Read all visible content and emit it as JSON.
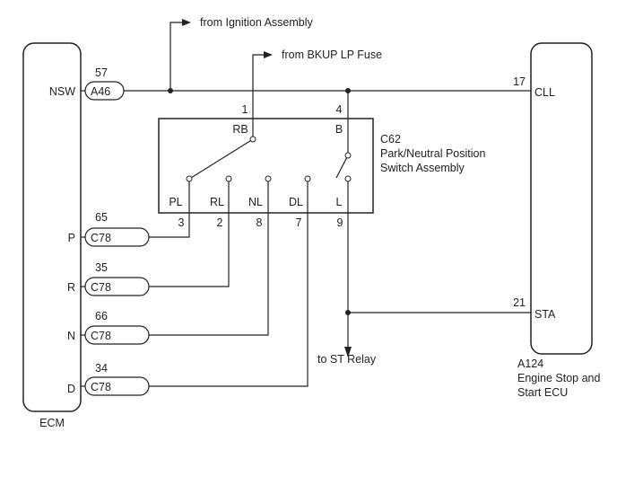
{
  "ecm": {
    "label": "ECM",
    "pins": {
      "nsw": {
        "name": "NSW",
        "number": "57",
        "connector": "A46"
      },
      "p": {
        "name": "P",
        "number": "65",
        "connector": "C78"
      },
      "r": {
        "name": "R",
        "number": "35",
        "connector": "C78"
      },
      "n": {
        "name": "N",
        "number": "66",
        "connector": "C78"
      },
      "d": {
        "name": "D",
        "number": "34",
        "connector": "C78"
      }
    }
  },
  "switch_assembly": {
    "code": "C62",
    "name_line1": "Park/Neutral Position",
    "name_line2": "Switch Assembly",
    "top_terminals": {
      "rb": {
        "label": "RB",
        "pin": "1"
      },
      "b": {
        "label": "B",
        "pin": "4"
      }
    },
    "bottom_terminals": {
      "pl": {
        "label": "PL",
        "pin": "3"
      },
      "rl": {
        "label": "RL",
        "pin": "2"
      },
      "nl": {
        "label": "NL",
        "pin": "8"
      },
      "dl": {
        "label": "DL",
        "pin": "7"
      },
      "l": {
        "label": "L",
        "pin": "9"
      }
    }
  },
  "start_ecu": {
    "code": "A124",
    "name_line1": "Engine Stop and",
    "name_line2": "Start ECU",
    "pins": {
      "cll": {
        "name": "CLL",
        "number": "17"
      },
      "sta": {
        "name": "STA",
        "number": "21"
      }
    }
  },
  "annotations": {
    "from_ignition": "from Ignition Assembly",
    "from_bkup": "from BKUP LP Fuse",
    "to_st_relay": "to ST Relay"
  }
}
